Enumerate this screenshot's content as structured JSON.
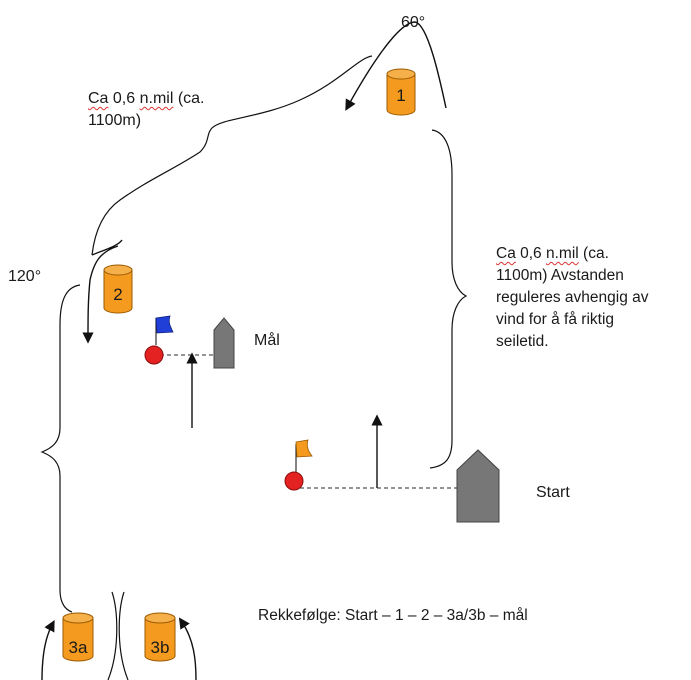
{
  "angles": {
    "top": "60°",
    "left": "120°"
  },
  "distance_top": {
    "squig1": "Ca",
    "squig2": "n.mil",
    "text_a": " 0,6 ",
    "text_b": " (ca.",
    "line2": "1100m)"
  },
  "distance_right": {
    "squig1": "Ca",
    "squig2": "n.mil",
    "text_a": " 0,6 ",
    "text_b": " (ca.",
    "line2": "1100m) Avstanden",
    "line3": "reguleres avhengig av",
    "line4": "vind for å få riktig",
    "line5": "seiletid."
  },
  "buoys": {
    "b1": "1",
    "b2": "2",
    "b3a": "3a",
    "b3b": "3b"
  },
  "finish_label": "Mål",
  "start_label": "Start",
  "order_text": "Rekkefølge: Start – 1 – 2 – 3a/3b – mål",
  "colors": {
    "buoy": "#f39a1f",
    "buoy_stroke": "#9a5a00",
    "boat": "#777777",
    "ball": "#e52222",
    "flag_finish": "#1f3fd6",
    "flag_start": "#f39a1f"
  }
}
